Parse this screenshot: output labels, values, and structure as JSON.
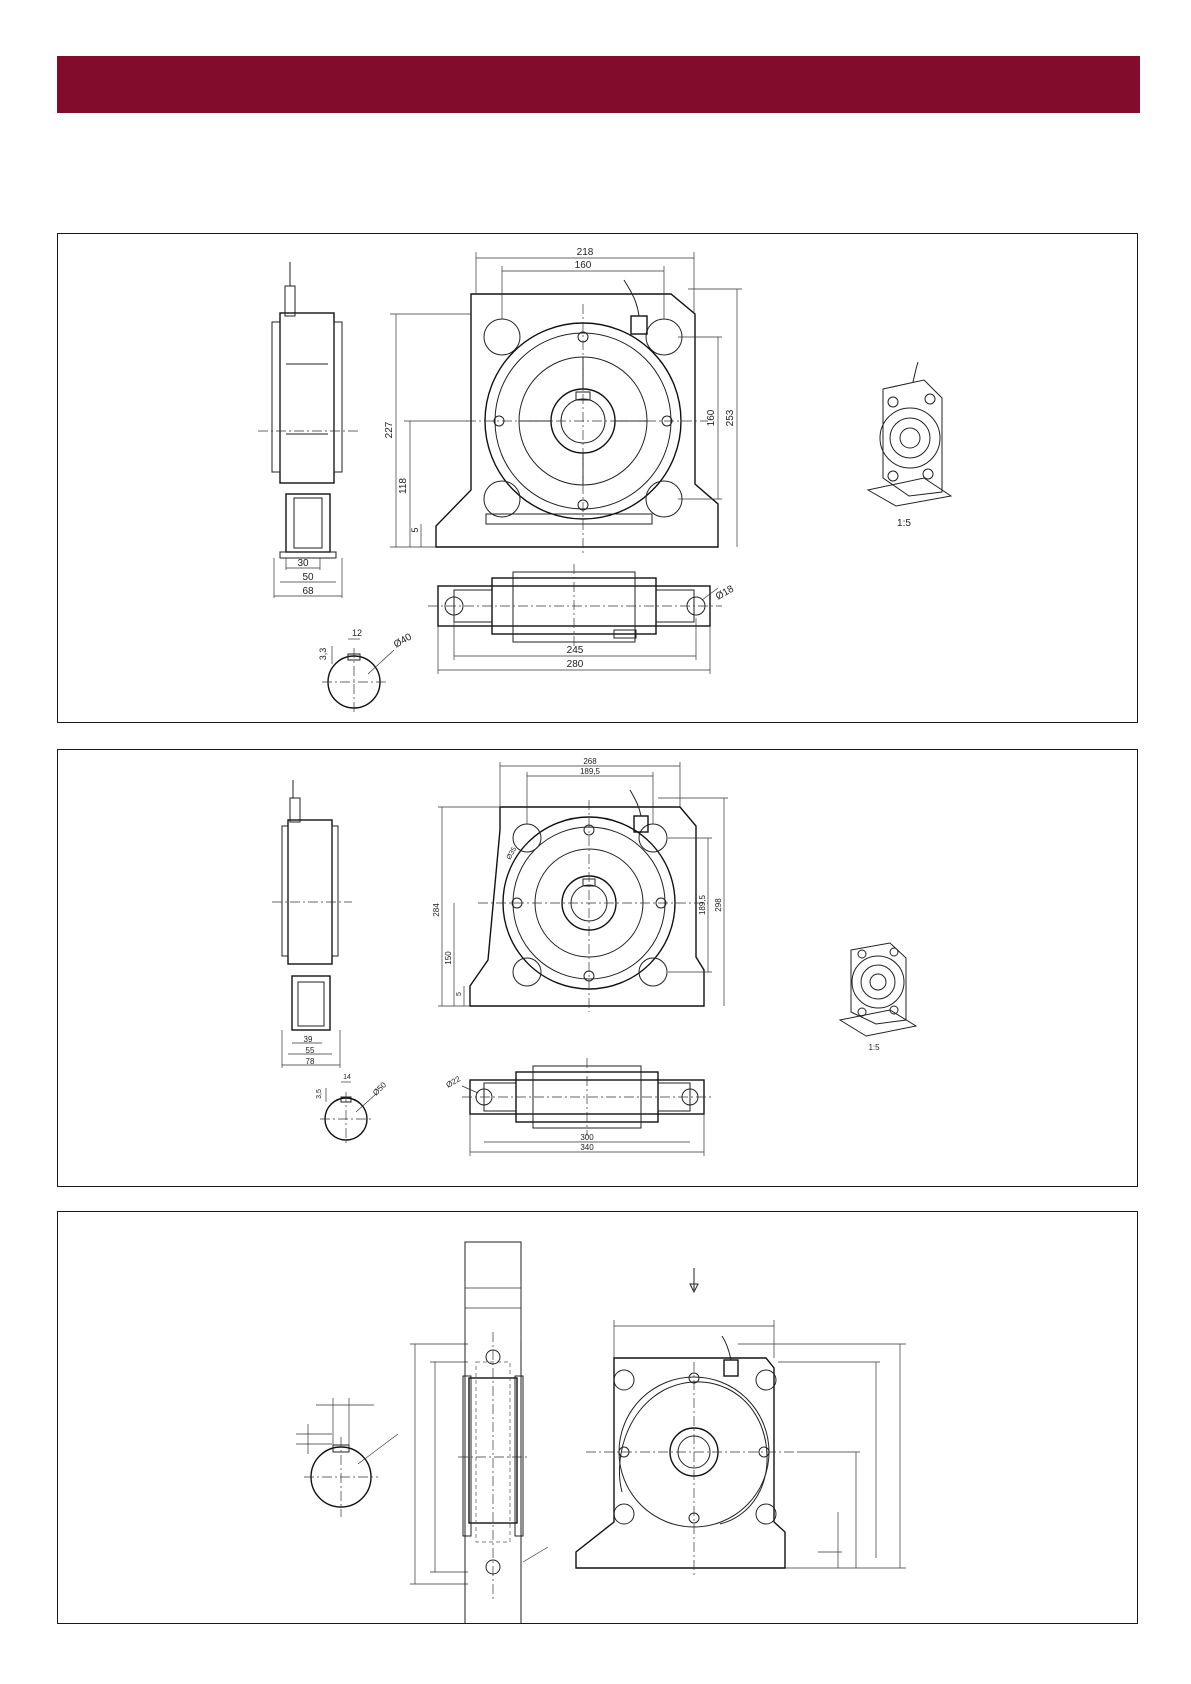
{
  "header": {
    "color": "#820c2c"
  },
  "panels": [
    {
      "dims": {
        "width_overall": "218",
        "width_bolt": "160",
        "height_total": "227",
        "height_axis": "118",
        "foot_thickness": "5",
        "height_right": "253",
        "height_bolt": "160",
        "side_30": "30",
        "side_50": "50",
        "side_68": "68",
        "key_width": "12",
        "key_depth": "3,3",
        "shaft_diameter": "Ø40",
        "hole_diameter": "Ø18",
        "base_245": "245",
        "base_280": "280",
        "scale": "1:5"
      }
    },
    {
      "dims": {
        "width_overall": "268",
        "width_bolt": "189,5",
        "height_total": "284",
        "height_axis": "150",
        "foot_thickness": "5",
        "height_right": "298",
        "height_bolt": "189,5",
        "bolt_circle": "Ø35",
        "side_39": "39",
        "side_55": "55",
        "side_78": "78",
        "key_width": "14",
        "key_depth": "3,5",
        "shaft_diameter": "Ø50",
        "hole_diameter": "Ø22",
        "base_300": "300",
        "base_340": "340",
        "scale": "1:5"
      }
    }
  ]
}
